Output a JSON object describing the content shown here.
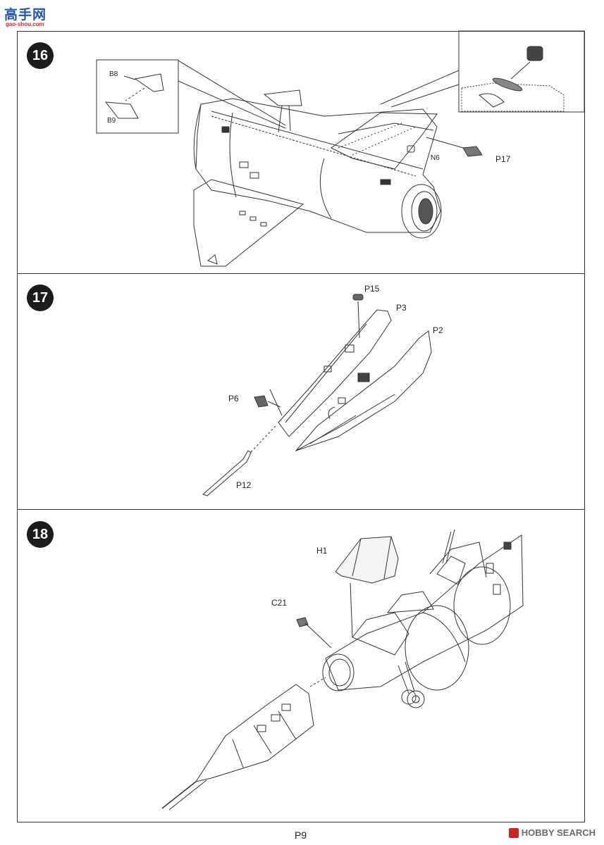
{
  "header": {
    "site_logo": "高手网",
    "site_url": "gao-shou.com"
  },
  "steps": [
    {
      "number": "16",
      "parts": [
        "B8",
        "B9",
        "N6",
        "P17"
      ]
    },
    {
      "number": "17",
      "parts": [
        "P15",
        "P3",
        "P2",
        "P6",
        "P12"
      ]
    },
    {
      "number": "18",
      "parts": [
        "H1",
        "C21"
      ]
    }
  ],
  "footer": {
    "page": "P9",
    "watermark": "HOBBY SEARCH"
  }
}
